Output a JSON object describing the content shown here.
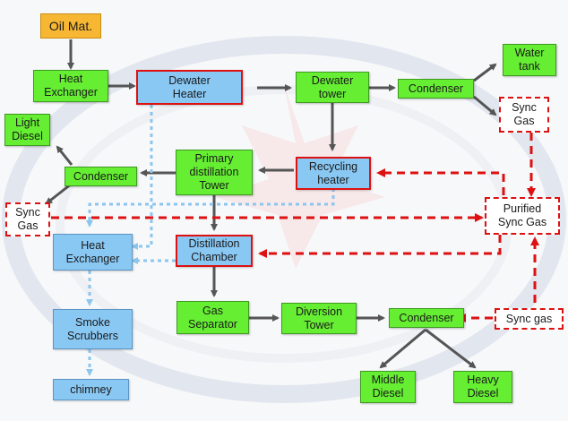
{
  "colors": {
    "green_box": "#66ee33",
    "blue_box": "#8ac8f4",
    "orange_box": "#f7b733",
    "gray_arrow": "#555555",
    "red_dashed_arrow": "#dd1111",
    "blue_dotted_arrow": "#8cc6ee"
  },
  "nodes": {
    "oil_mat": "Oil Mat.",
    "heat_exchanger_top": "Heat\nExchanger",
    "dewater_heater": "Dewater\nHeater",
    "dewater_tower": "Dewater\ntower",
    "condenser_top": "Condenser",
    "water_tank": "Water\ntank",
    "sync_gas_top": "Sync\nGas",
    "light_diesel": "Light\nDiesel",
    "condenser_left": "Condenser",
    "primary_distillation_tower": "Primary\ndistillation\nTower",
    "recycling_heater": "Recycling\nheater",
    "sync_gas_left": "Sync\nGas",
    "purified_sync_gas": "Purified\nSync Gas",
    "heat_exchanger_left": "Heat\nExchanger",
    "distillation_chamber": "Distillation\nChamber",
    "smoke_scrubbers": "Smoke\nScrubbers",
    "chimney": "chimney",
    "gas_separator": "Gas\nSeparator",
    "diversion_tower": "Diversion\nTower",
    "condenser_bottom": "Condenser",
    "sync_gas_right": "Sync gas",
    "middle_diesel": "Middle\nDiesel",
    "heavy_diesel": "Heavy\nDiesel"
  }
}
